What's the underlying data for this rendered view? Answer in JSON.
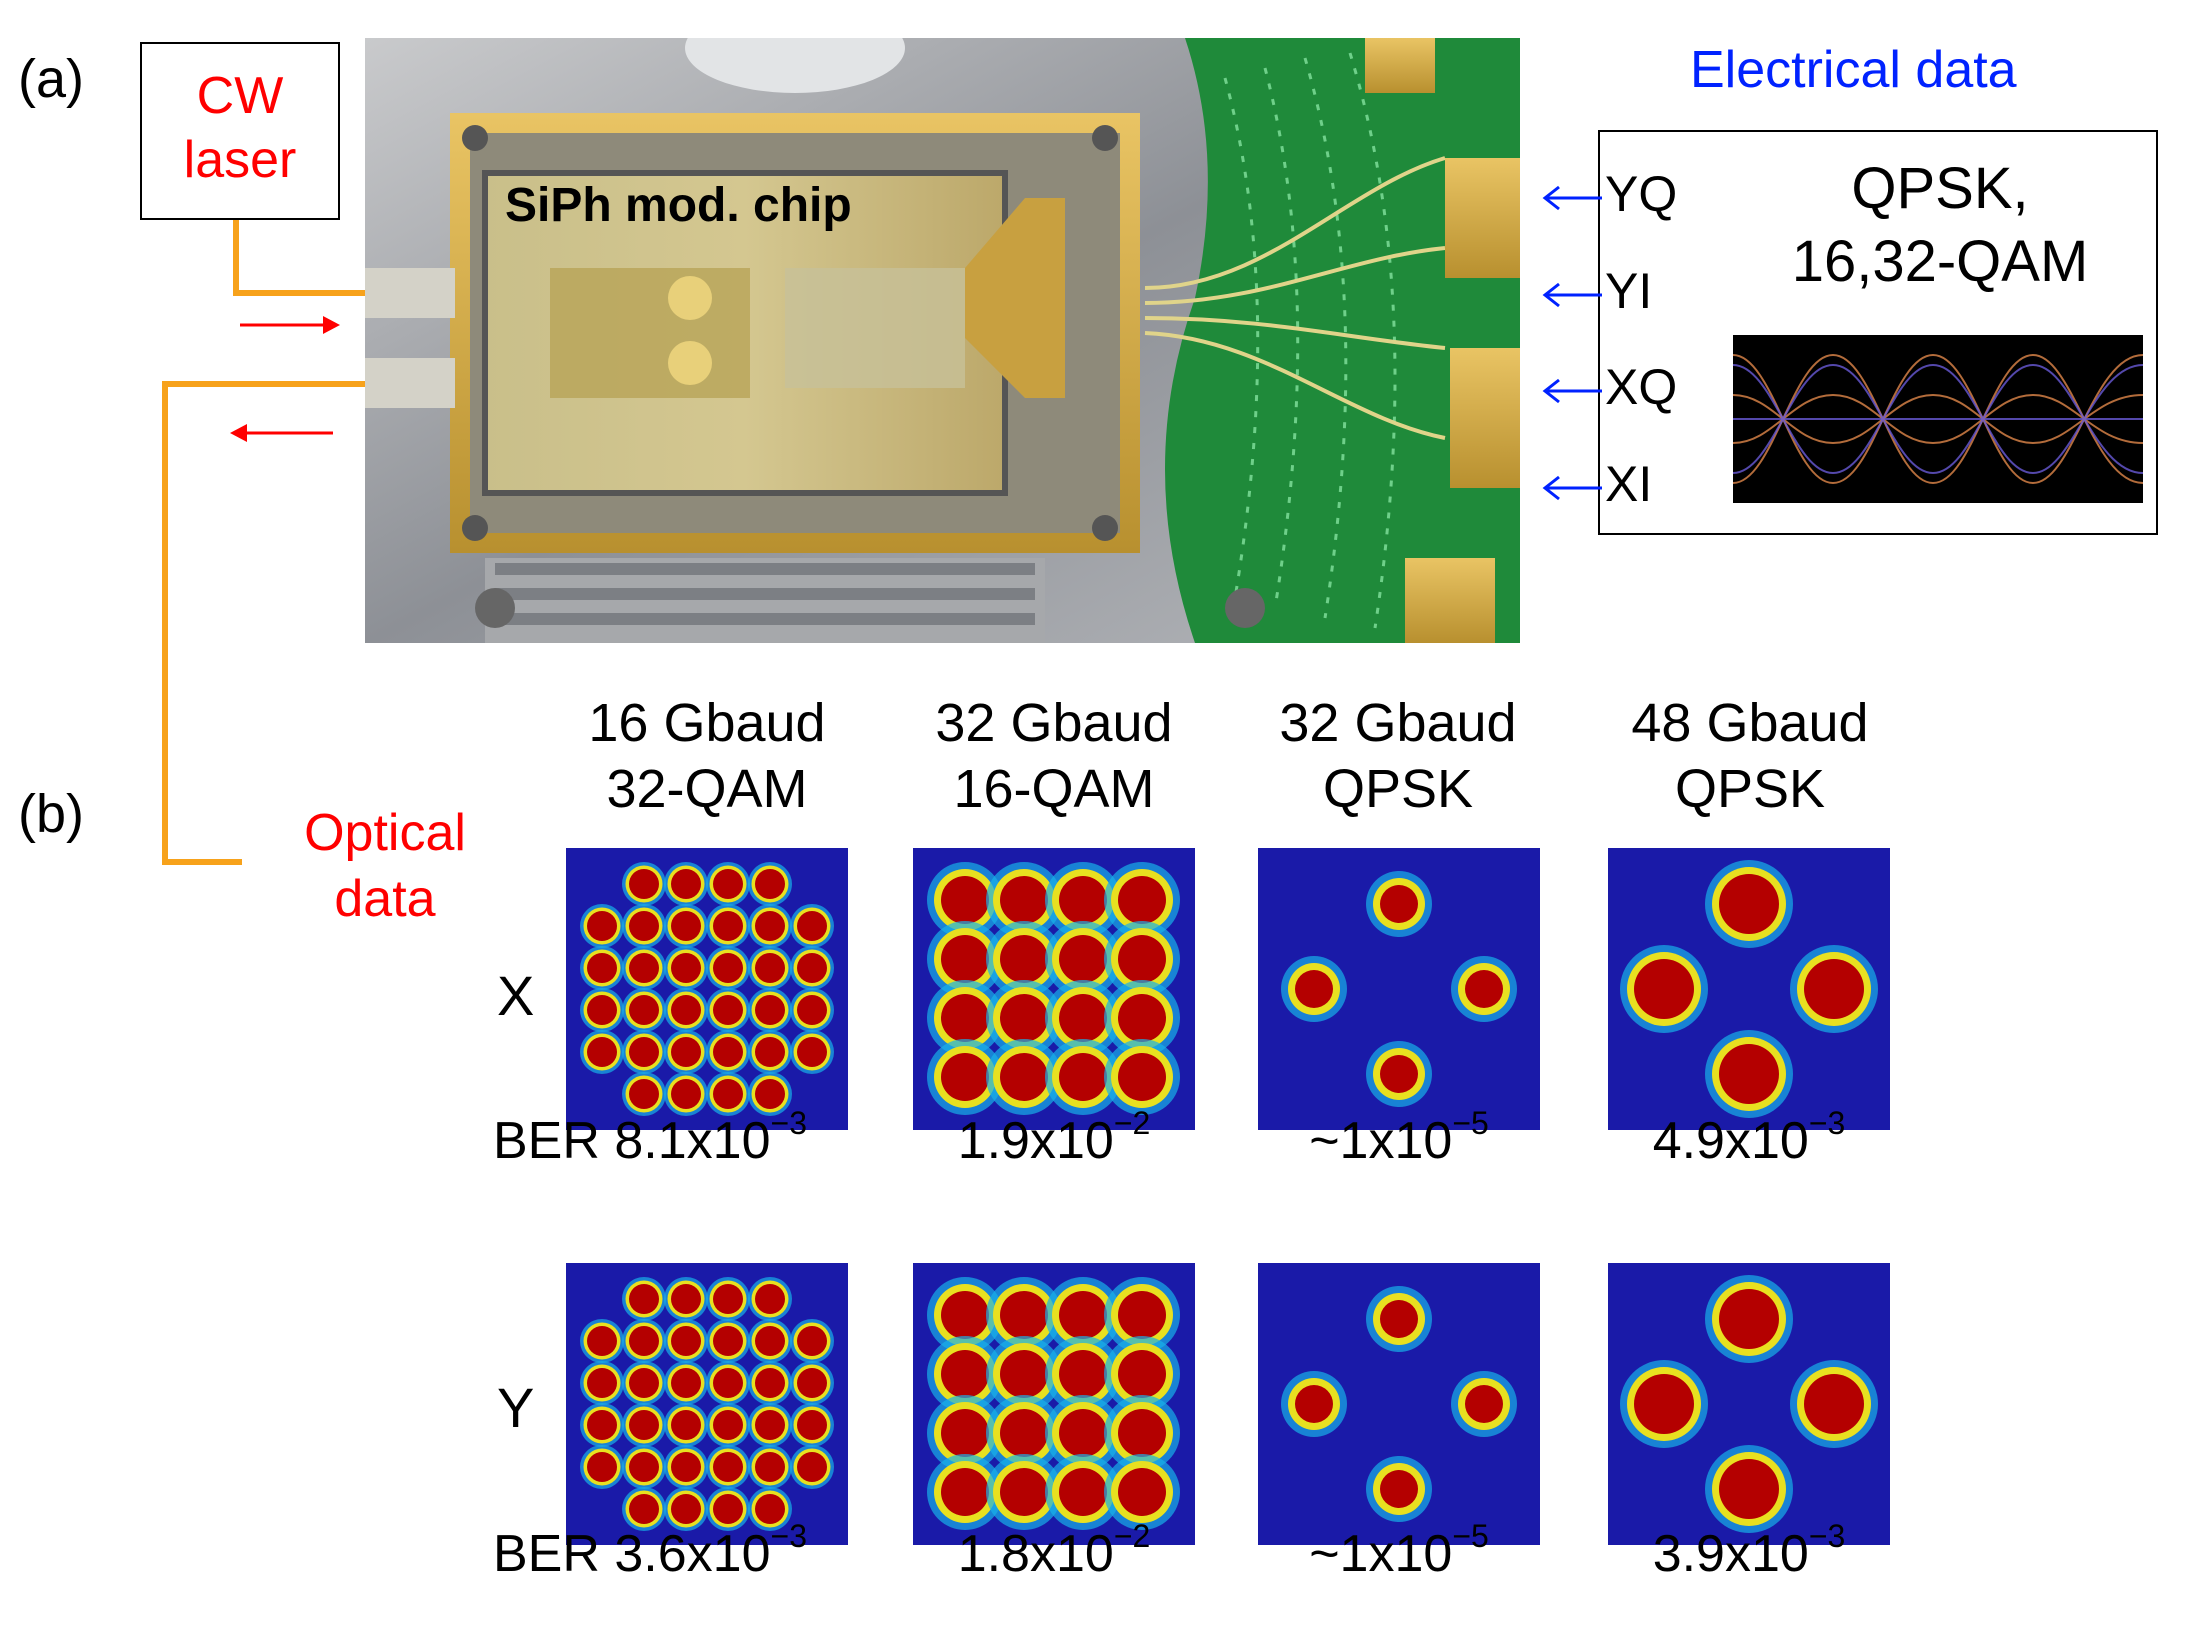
{
  "panel_a_label": "(a)",
  "panel_b_label": "(b)",
  "laser": {
    "line1": "CW",
    "line2": "laser"
  },
  "chip_label": "SiPh mod. chip",
  "electrical_title": "Electrical data",
  "signals": [
    "YQ",
    "YI",
    "XQ",
    "XI"
  ],
  "formats": {
    "line1": "QPSK,",
    "line2": "16,32-QAM"
  },
  "optical": {
    "line1": "Optical",
    "line2": "data"
  },
  "columns": [
    {
      "line1": "16 Gbaud",
      "line2": "32-QAM"
    },
    {
      "line1": "32 Gbaud",
      "line2": "16-QAM"
    },
    {
      "line1": "32 Gbaud",
      "line2": "QPSK"
    },
    {
      "line1": "48 Gbaud",
      "line2": "QPSK"
    }
  ],
  "rows": [
    "X",
    "Y"
  ],
  "ber": {
    "x": [
      {
        "prefix": "BER 8.1x10",
        "exp": "−3"
      },
      {
        "prefix": "1.9x10",
        "exp": "−2"
      },
      {
        "prefix": "~1x10",
        "exp": "−5"
      },
      {
        "prefix": "4.9x10",
        "exp": "−3"
      }
    ],
    "y": [
      {
        "prefix": "BER 3.6x10",
        "exp": "−3"
      },
      {
        "prefix": "1.8x10",
        "exp": "−2"
      },
      {
        "prefix": "~1x10",
        "exp": "−5"
      },
      {
        "prefix": "3.9x10",
        "exp": "−3"
      }
    ]
  },
  "colors": {
    "laser_text": "#ff0000",
    "electrical_text": "#0022ff",
    "fiber": "#f7a21b",
    "constellation_bg": "#1a1aa8"
  }
}
